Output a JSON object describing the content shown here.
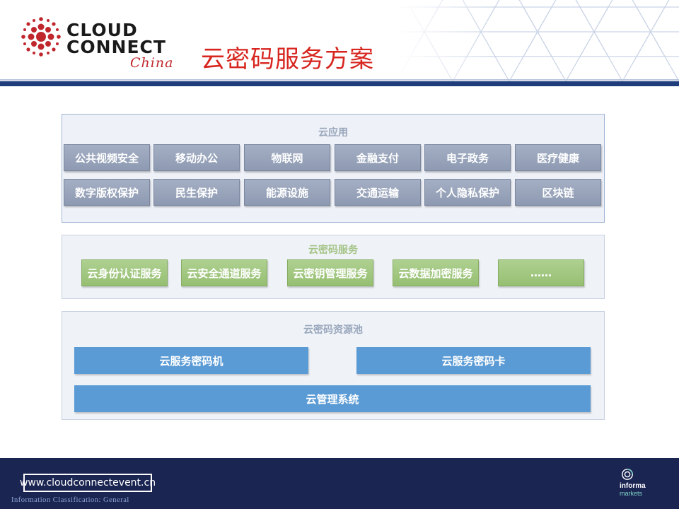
{
  "header": {
    "logo_line1": "CLOUD",
    "logo_line2": "CONNECT",
    "logo_sub": "China",
    "title": "云密码服务方案"
  },
  "colors": {
    "title_red": "#d7251f",
    "brand_navy": "#1f3d7a",
    "app_tile": "#9aa6bd",
    "service_tile": "#a4c985",
    "pool_tile": "#5b9bd5",
    "footer_bg": "#1b2552"
  },
  "cloud_apps": {
    "title": "云应用",
    "row1": [
      "公共视频安全",
      "移动办公",
      "物联网",
      "金融支付",
      "电子政务",
      "医疗健康"
    ],
    "row2": [
      "数字版权保护",
      "民生保护",
      "能源设施",
      "交通运输",
      "个人隐私保护",
      "区块链"
    ]
  },
  "crypto_services": {
    "title": "云密码服务",
    "items": [
      "云身份认证服务",
      "云安全通道服务",
      "云密钥管理服务",
      "云数据加密服务",
      "……"
    ]
  },
  "resource_pool": {
    "title": "云密码资源池",
    "machine": "云服务密码机",
    "card": "云服务密码卡",
    "management": "云管理系统"
  },
  "footer": {
    "url": "www.cloudconnectevent.cn",
    "classification": "Information Classification: General",
    "brand_name": "informa",
    "brand_sub": "markets"
  },
  "icons": [
    "cloud-connect-logo-icon",
    "informa-logo-icon",
    "triangle-pattern-icon"
  ]
}
